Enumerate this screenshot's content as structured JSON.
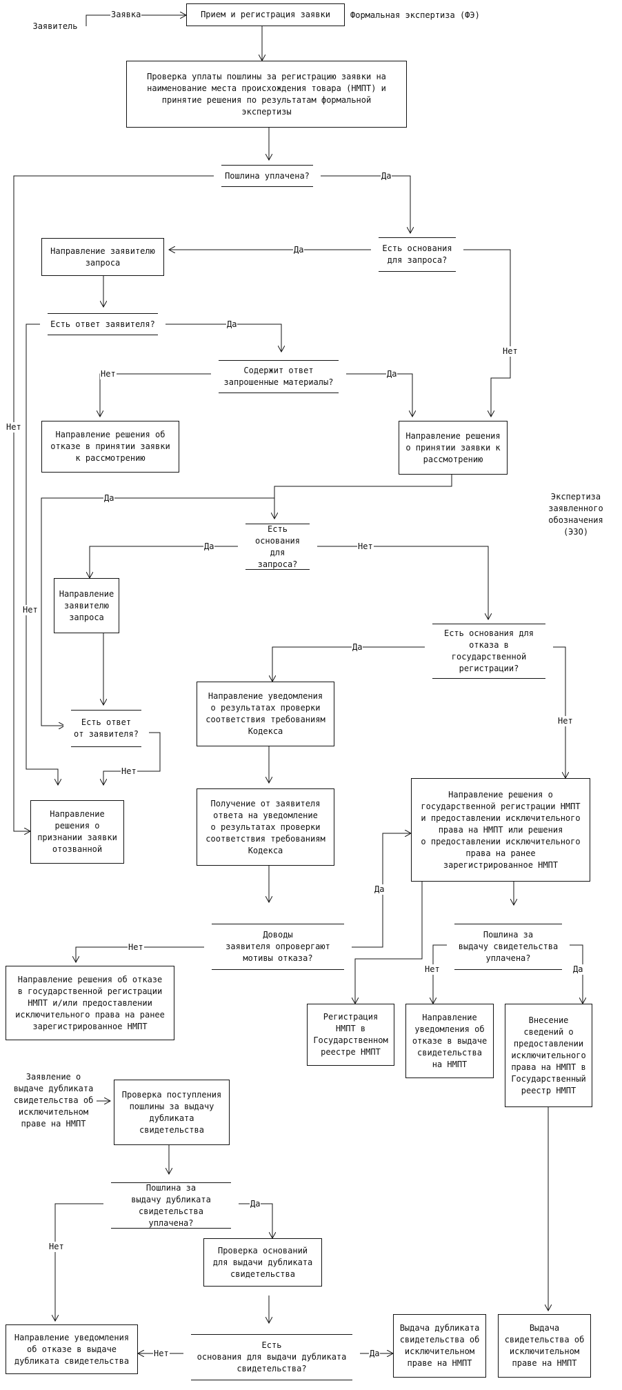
{
  "actors": {
    "applicant": "Заявитель",
    "fe_section": "Формальная экспертиза (ФЭ)",
    "eze_section": "Экспертиза\nзаявленного\nобозначения\n(ЭЗО)",
    "duplicate_request": "Заявление о\nвыдаче дубликата\nсвидетельства об\nисключительном\nправе на НМПТ"
  },
  "boxes": {
    "b1": "Прием и регистрация заявки",
    "b2": "Проверка уплаты пошлины за регистрацию заявки на\nнаименование места происхождения товара (НМПТ) и\nпринятие решения по результатам формальной\nэкспертизы",
    "b3": "Направление заявителю\nзапроса",
    "b4": "Направление решения об\nотказе в принятии заявки\nк рассмотрению",
    "b5": "Направление решения\nо принятии заявки к\nрассмотрению",
    "b6": "Направление\nзаявителю\nзапроса",
    "b7": "Направление уведомления\nо результатах проверки\nсоответствия требованиям\nКодекса",
    "b8": "Направление\nрешения о\nпризнании заявки\nотозванной",
    "b9": "Получение от заявителя\nответа на уведомление\nо результатах проверки\nсоответствия требованиям\nКодекса",
    "b10": "Направление решения о\nгосударственной регистрации НМПТ\nи предоставлении исключительного\nправа на НМПТ или решения\nо предоставлении исключительного\nправа на ранее\nзарегистрированное НМПТ",
    "b11": "Направление решения об отказе\nв государственной регистрации\nНМПТ и/или предоставлении\nисключительного права на ранее\nзарегистрированное НМПТ",
    "b12": "Регистрация\nНМПТ в\nГосударственном\nреестре НМПТ",
    "b13": "Направление\nуведомления об\nотказе в выдаче\nсвидетельства\nна НМПТ",
    "b14": "Внесение\nсведений о\nпредоставлении\nисключительного\nправа на НМПТ в\nГосударственный\nреестр НМПТ",
    "b15": "Проверка поступления\nпошлины за выдачу\nдубликата\nсвидетельства",
    "b16": "Проверка оснований\nдля выдачи дубликата\nсвидетельства",
    "b17": "Направление уведомления\nоб отказе в выдаче\nдубликата свидетельства",
    "b18": "Выдача дубликата\nсвидетельства об\nисключительном\nправе на НМПТ",
    "b19": "Выдача\nсвидетельства об\nисключительном\nправе на НМПТ"
  },
  "decisions": {
    "d1": "Пошлина уплачена?",
    "d2": "Есть основания\nдля запроса?",
    "d3": "Есть ответ заявителя?",
    "d4": "Содержит ответ\nзапрошенные материалы?",
    "d5": "Есть\nоснования для\nзапроса?",
    "d6": "Есть основания для\nотказа в\nгосударственной\nрегистрации?",
    "d7": "Есть ответ\nот заявителя?",
    "d8": "Доводы\nзаявителя опровергают\nмотивы отказа?",
    "d9": "Пошлина за\nвыдачу свидетельства\nуплачена?",
    "d10": "Пошлина за\nвыдачу дубликата\nсвидетельства уплачена?",
    "d11": "Есть\nоснования для выдачи дубликата\nсвидетельства?"
  },
  "edge_labels": {
    "zayavka": "Заявка",
    "yes": "Да",
    "no": "Нет"
  }
}
